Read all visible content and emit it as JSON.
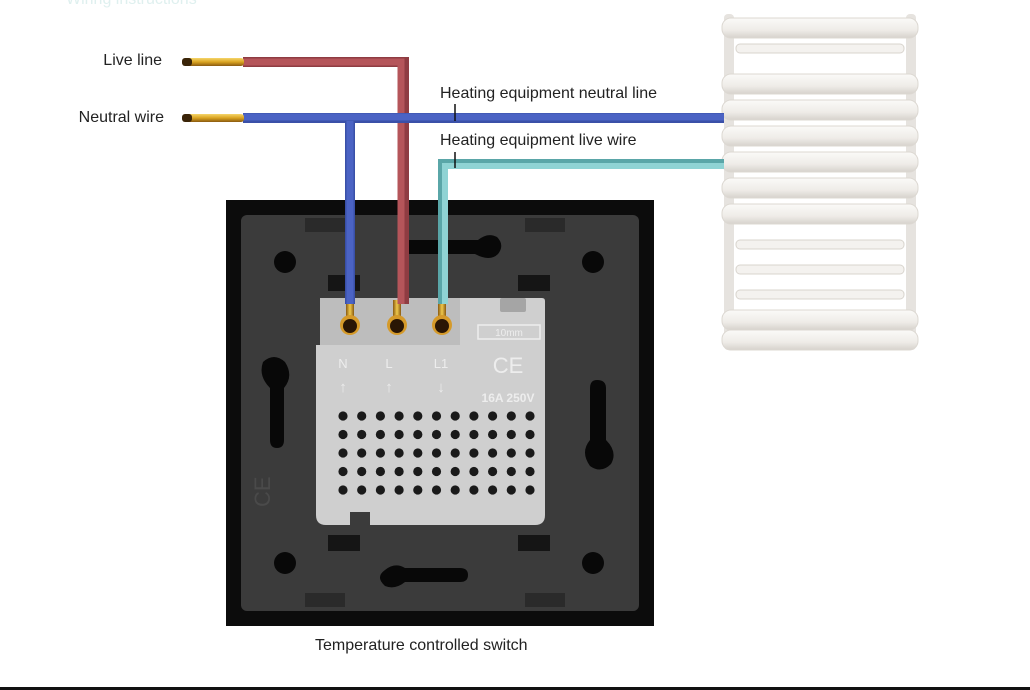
{
  "header": {
    "cutoff_title": "Wiring instructions"
  },
  "labels": {
    "live_line": "Live line",
    "neutral_wire": "Neutral wire",
    "heating_neutral": "Heating equipment neutral line",
    "heating_live": "Heating equipment live wire",
    "caption": "Temperature controlled switch"
  },
  "module": {
    "terminals": [
      "N",
      "L",
      "L1"
    ],
    "arrows": [
      "↑",
      "↑",
      "↓"
    ],
    "cert_mark": "CE",
    "strip_length": "10mm",
    "rating": "16A 250V",
    "vent_rows": 5,
    "vent_cols": 11
  },
  "wires": {
    "live": {
      "name": "Live line",
      "color": "#b5555a"
    },
    "neutral": {
      "name": "Neutral wire",
      "color": "#4b63c4"
    },
    "heating_live": {
      "name": "Heating equipment live wire",
      "color": "#72c4c6"
    },
    "copper": "#d9a320"
  },
  "colors": {
    "plate_outer": "#141414",
    "plate_inner": "#3a3a3a",
    "module": "#cfcfcf",
    "radiator": "#f1efec"
  }
}
